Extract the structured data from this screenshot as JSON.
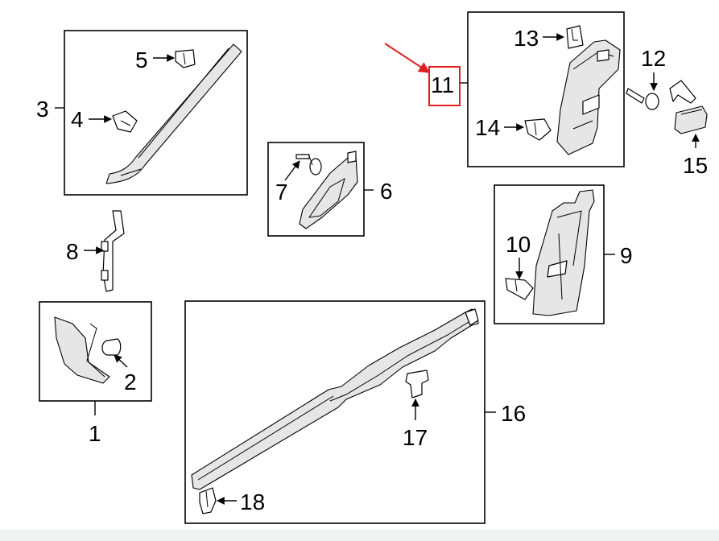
{
  "callouts": [
    {
      "id": "c1",
      "label": "1"
    },
    {
      "id": "c2",
      "label": "2"
    },
    {
      "id": "c3",
      "label": "3"
    },
    {
      "id": "c4",
      "label": "4"
    },
    {
      "id": "c5",
      "label": "5"
    },
    {
      "id": "c6",
      "label": "6"
    },
    {
      "id": "c7",
      "label": "7"
    },
    {
      "id": "c8",
      "label": "8"
    },
    {
      "id": "c9",
      "label": "9"
    },
    {
      "id": "c10",
      "label": "10"
    },
    {
      "id": "c11",
      "label": "11"
    },
    {
      "id": "c12",
      "label": "12"
    },
    {
      "id": "c13",
      "label": "13"
    },
    {
      "id": "c14",
      "label": "14"
    },
    {
      "id": "c15",
      "label": "15"
    },
    {
      "id": "c16",
      "label": "16"
    },
    {
      "id": "c17",
      "label": "17"
    },
    {
      "id": "c18",
      "label": "18"
    }
  ],
  "highlight": {
    "callout": "11",
    "color": "#e02020"
  },
  "colors": {
    "line": "#000000",
    "part_fill": "#ffffff",
    "part_shade": "#e6e6e6",
    "footer": "#eef2f0"
  }
}
